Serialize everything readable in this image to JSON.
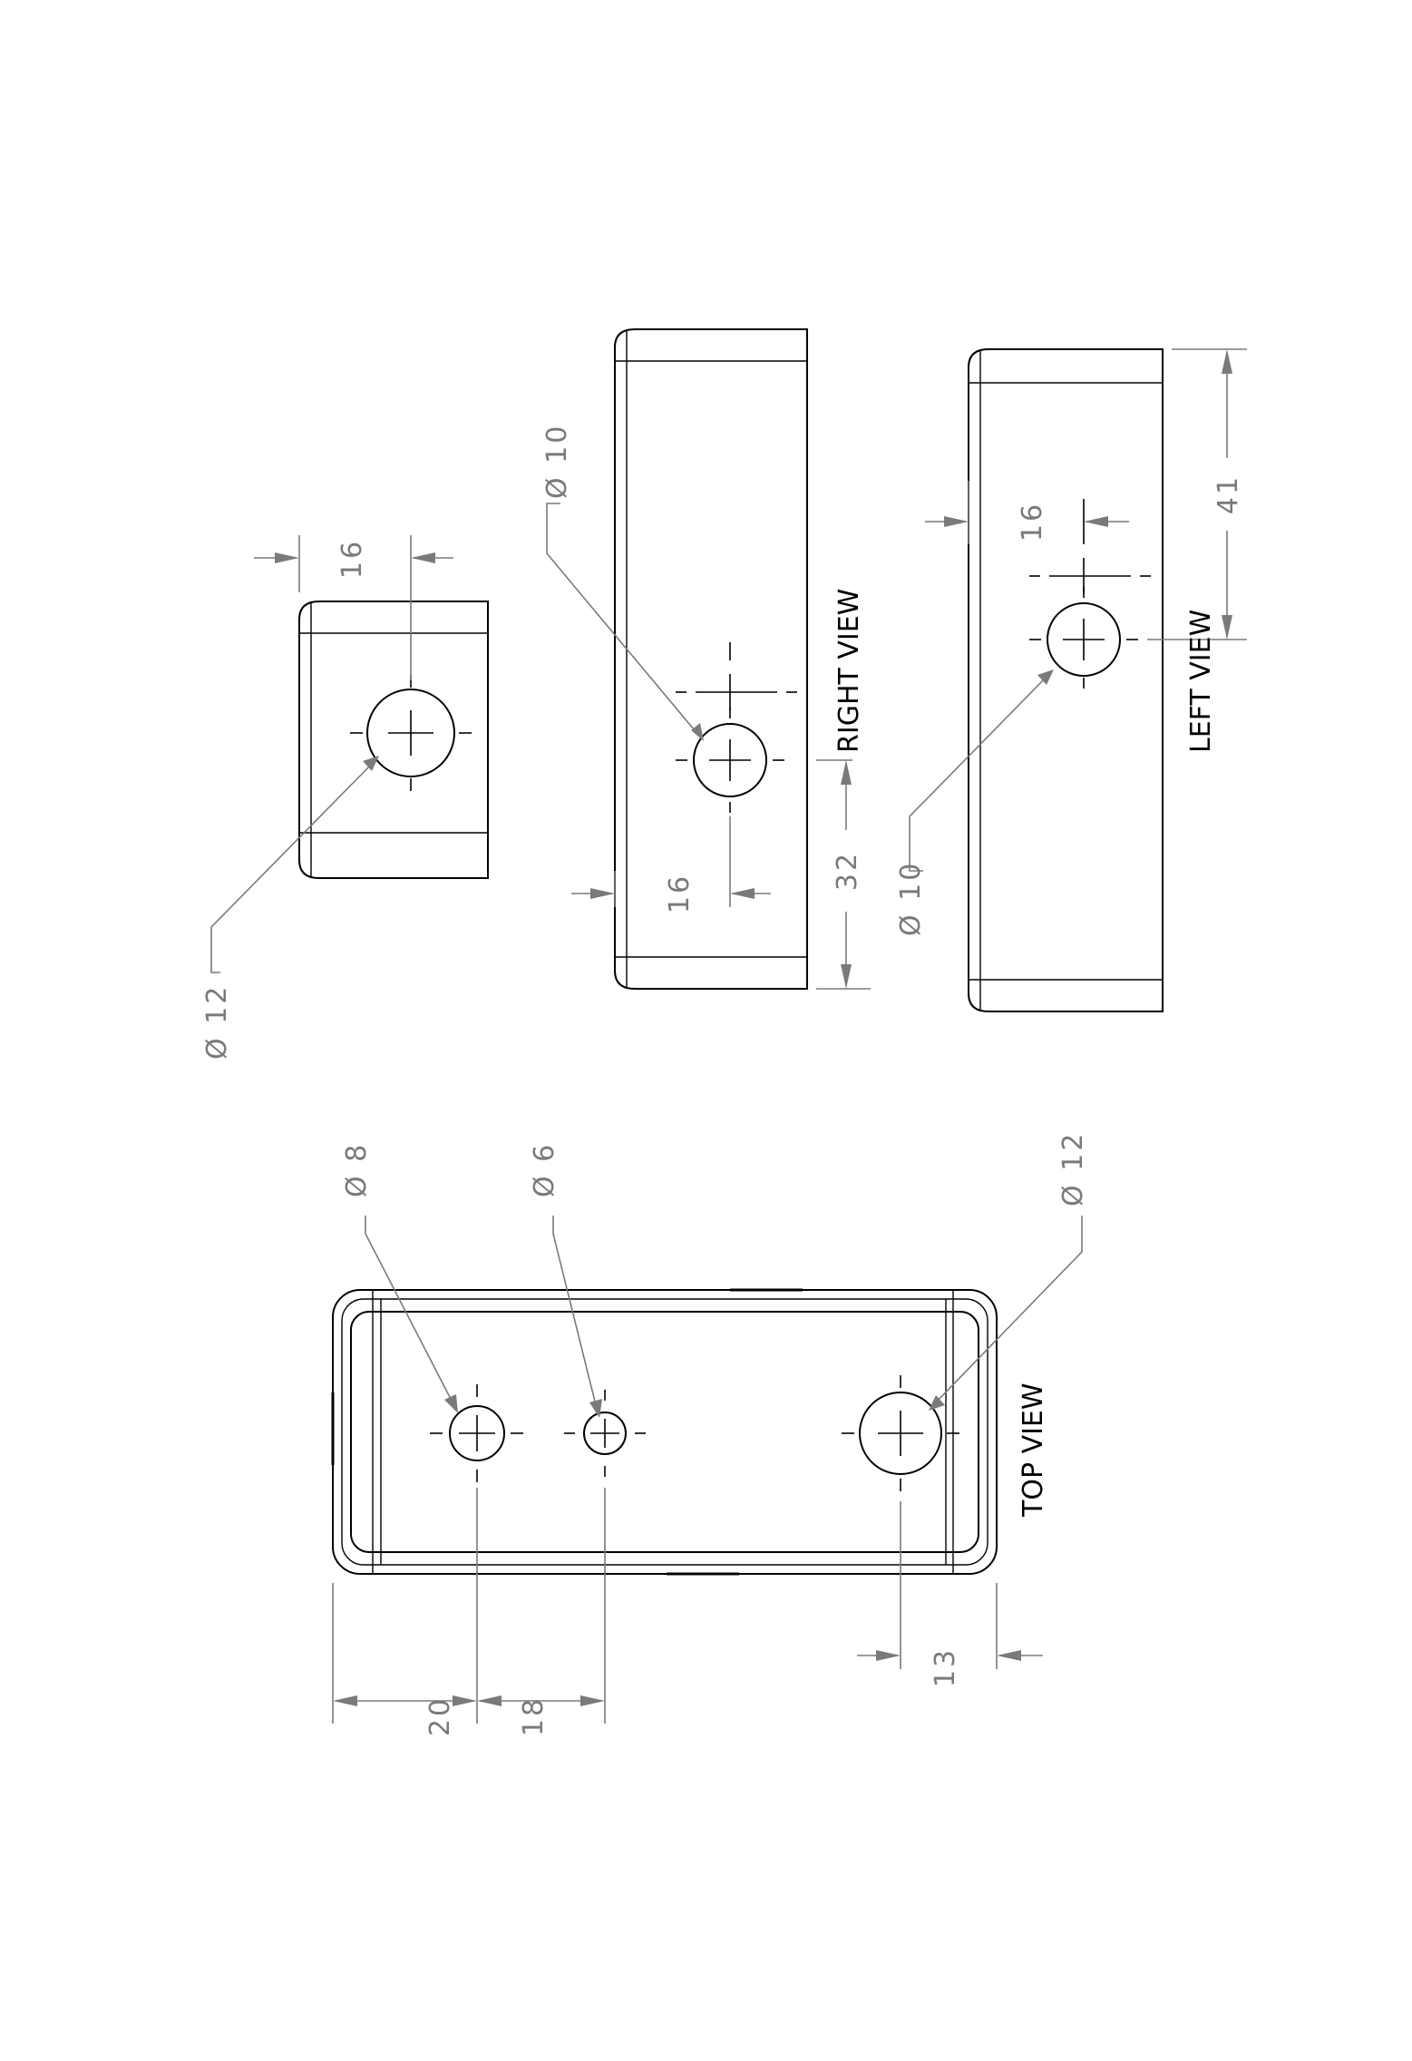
{
  "views": {
    "top": {
      "label": "TOP VIEW",
      "holes": [
        {
          "diameter_label": "Ø 8"
        },
        {
          "diameter_label": "Ø 6"
        },
        {
          "diameter_label": "Ø 12"
        }
      ],
      "dimensions": [
        "20",
        "18",
        "13"
      ]
    },
    "front": {
      "hole": {
        "diameter_label": "Ø 12"
      },
      "dimensions": [
        "16"
      ]
    },
    "right": {
      "label": "RIGHT VIEW",
      "hole": {
        "diameter_label": "Ø 10"
      },
      "dimensions": [
        "16",
        "32"
      ]
    },
    "left": {
      "label": "LEFT VIEW",
      "hole": {
        "diameter_label": "Ø 10"
      },
      "dimensions": [
        "16",
        "41"
      ]
    }
  },
  "colors": {
    "outline": "#000000",
    "dimension": "#7a7a7a",
    "background": "#ffffff"
  }
}
